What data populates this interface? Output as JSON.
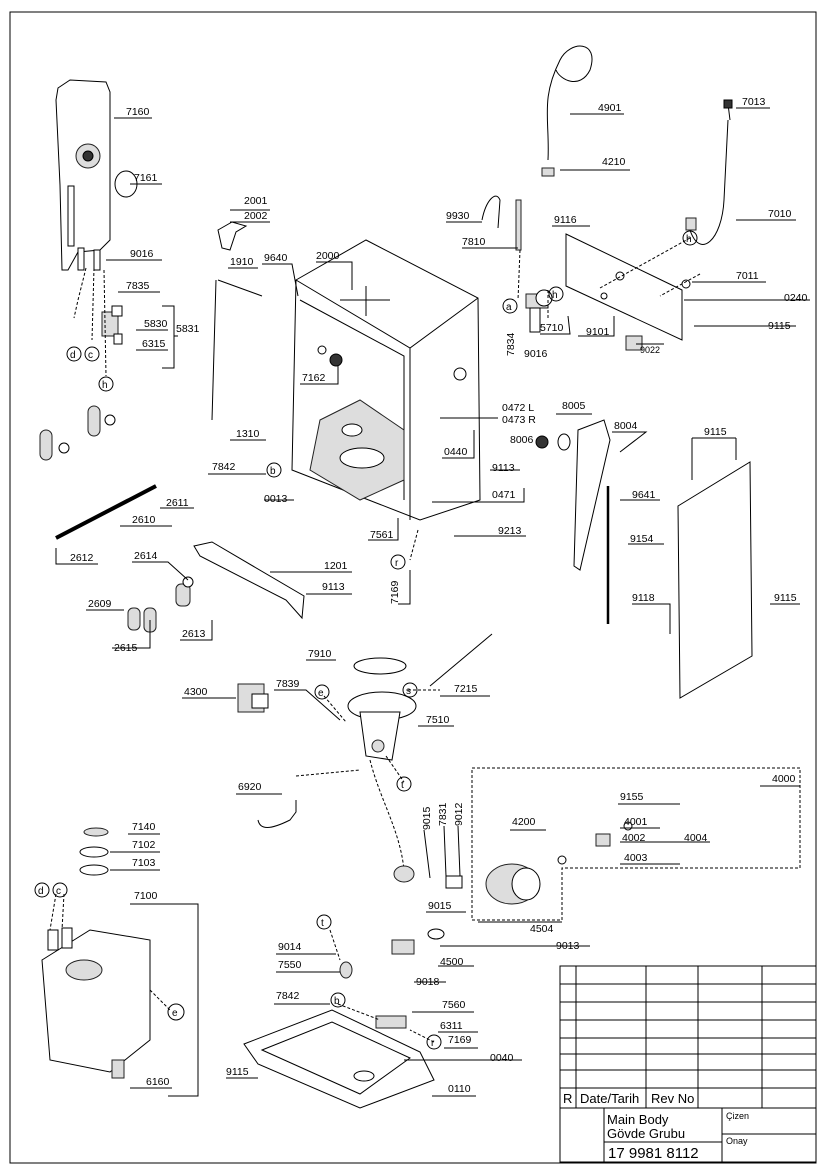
{
  "parts": [
    {
      "id": "7160",
      "label": "7160"
    },
    {
      "id": "7161",
      "label": "7161"
    },
    {
      "id": "9016a",
      "label": "9016"
    },
    {
      "id": "7835",
      "label": "7835"
    },
    {
      "id": "5830",
      "label": "5830"
    },
    {
      "id": "5831",
      "label": "5831"
    },
    {
      "id": "6315",
      "label": "6315"
    },
    {
      "id": "2001",
      "label": "2001"
    },
    {
      "id": "2002",
      "label": "2002"
    },
    {
      "id": "1910",
      "label": "1910"
    },
    {
      "id": "9640",
      "label": "9640"
    },
    {
      "id": "2000",
      "label": "2000"
    },
    {
      "id": "4901",
      "label": "4901"
    },
    {
      "id": "4210",
      "label": "4210"
    },
    {
      "id": "7013",
      "label": "7013"
    },
    {
      "id": "7010",
      "label": "7010"
    },
    {
      "id": "9930",
      "label": "9930"
    },
    {
      "id": "9116",
      "label": "9116"
    },
    {
      "id": "7810",
      "label": "7810"
    },
    {
      "id": "7011",
      "label": "7011"
    },
    {
      "id": "0240",
      "label": "0240"
    },
    {
      "id": "5710",
      "label": "5710"
    },
    {
      "id": "9101",
      "label": "9101"
    },
    {
      "id": "9115a",
      "label": "9115"
    },
    {
      "id": "7834",
      "label": "7834"
    },
    {
      "id": "9016b",
      "label": "9016"
    },
    {
      "id": "9022",
      "label": "9022"
    },
    {
      "id": "7162",
      "label": "7162"
    },
    {
      "id": "0472",
      "label": "0472 L"
    },
    {
      "id": "0473",
      "label": "0473 R"
    },
    {
      "id": "8005",
      "label": "8005"
    },
    {
      "id": "8006",
      "label": "8006"
    },
    {
      "id": "8004",
      "label": "8004"
    },
    {
      "id": "9115b",
      "label": "9115"
    },
    {
      "id": "1310",
      "label": "1310"
    },
    {
      "id": "0440",
      "label": "0440"
    },
    {
      "id": "9113a",
      "label": "9113"
    },
    {
      "id": "7842a",
      "label": "7842"
    },
    {
      "id": "0471",
      "label": "0471"
    },
    {
      "id": "9641",
      "label": "9641"
    },
    {
      "id": "0013",
      "label": "0013"
    },
    {
      "id": "2611",
      "label": "2611"
    },
    {
      "id": "2610",
      "label": "2610"
    },
    {
      "id": "9213",
      "label": "9213"
    },
    {
      "id": "7561",
      "label": "7561"
    },
    {
      "id": "9154",
      "label": "9154"
    },
    {
      "id": "2612",
      "label": "2612"
    },
    {
      "id": "2614",
      "label": "2614"
    },
    {
      "id": "1201",
      "label": "1201"
    },
    {
      "id": "7169a",
      "label": "7169"
    },
    {
      "id": "9113b",
      "label": "9113"
    },
    {
      "id": "2609",
      "label": "2609"
    },
    {
      "id": "2613",
      "label": "2613"
    },
    {
      "id": "2615",
      "label": "2615"
    },
    {
      "id": "9118",
      "label": "9118"
    },
    {
      "id": "9115c",
      "label": "9115"
    },
    {
      "id": "7910",
      "label": "7910"
    },
    {
      "id": "4300",
      "label": "4300"
    },
    {
      "id": "7839",
      "label": "7839"
    },
    {
      "id": "7215",
      "label": "7215"
    },
    {
      "id": "7510",
      "label": "7510"
    },
    {
      "id": "6920",
      "label": "6920"
    },
    {
      "id": "4000",
      "label": "4000"
    },
    {
      "id": "9155",
      "label": "9155"
    },
    {
      "id": "9015a",
      "label": "9015"
    },
    {
      "id": "7831",
      "label": "7831"
    },
    {
      "id": "9012",
      "label": "9012"
    },
    {
      "id": "4200",
      "label": "4200"
    },
    {
      "id": "4001",
      "label": "4001"
    },
    {
      "id": "4002",
      "label": "4002"
    },
    {
      "id": "4004",
      "label": "4004"
    },
    {
      "id": "4003",
      "label": "4003"
    },
    {
      "id": "7140",
      "label": "7140"
    },
    {
      "id": "7102",
      "label": "7102"
    },
    {
      "id": "7103",
      "label": "7103"
    },
    {
      "id": "7100",
      "label": "7100"
    },
    {
      "id": "9015b",
      "label": "9015"
    },
    {
      "id": "4504",
      "label": "4504"
    },
    {
      "id": "9014",
      "label": "9014"
    },
    {
      "id": "9013",
      "label": "9013"
    },
    {
      "id": "7550",
      "label": "7550"
    },
    {
      "id": "4500",
      "label": "4500"
    },
    {
      "id": "9018",
      "label": "9018"
    },
    {
      "id": "7842b",
      "label": "7842"
    },
    {
      "id": "7560",
      "label": "7560"
    },
    {
      "id": "6311",
      "label": "6311"
    },
    {
      "id": "7169b",
      "label": "7169"
    },
    {
      "id": "0040",
      "label": "0040"
    },
    {
      "id": "6160",
      "label": "6160"
    },
    {
      "id": "9115d",
      "label": "9115"
    },
    {
      "id": "0110",
      "label": "0110"
    }
  ],
  "markers": {
    "d": "d",
    "c": "c",
    "h": "h",
    "a": "a",
    "b": "b",
    "r": "r",
    "e": "e",
    "s": "s",
    "t": "t"
  },
  "title_block": {
    "rev_letter": "R",
    "date_label": "Date/Tarih",
    "rev_label": "Rev No",
    "title_en": "Main Body",
    "title_tr": "Gövde Grubu",
    "drawing_no": "17 9981 8112",
    "drawn_label": "Çizen",
    "approved_label": "Onay"
  }
}
